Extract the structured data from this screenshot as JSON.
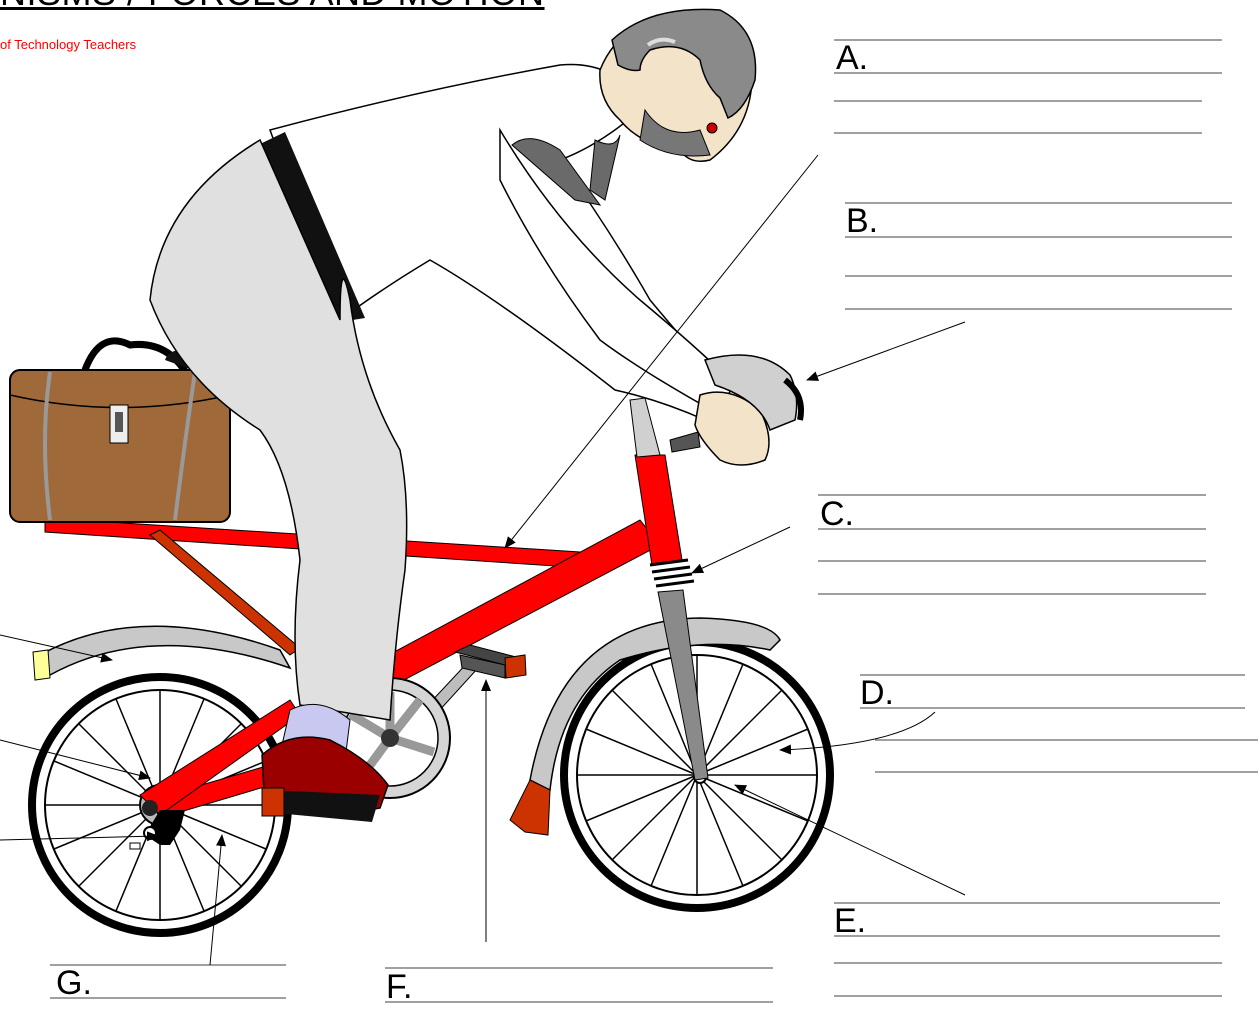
{
  "header": {
    "title": "NISMS / FORCES AND MOTION",
    "subtitle": "of Technology Teachers"
  },
  "labels": {
    "a": "A.",
    "b": "B.",
    "c": "C.",
    "d": "D.",
    "e": "E.",
    "f": "F.",
    "g": "G."
  },
  "colors": {
    "frame": "#ff0000",
    "briefcase": "#a0693a",
    "trousers": "#e0e0e0",
    "helmet": "#8a8a8a",
    "mudguard": "#c8c8c8",
    "shoe": "#9b0000"
  }
}
